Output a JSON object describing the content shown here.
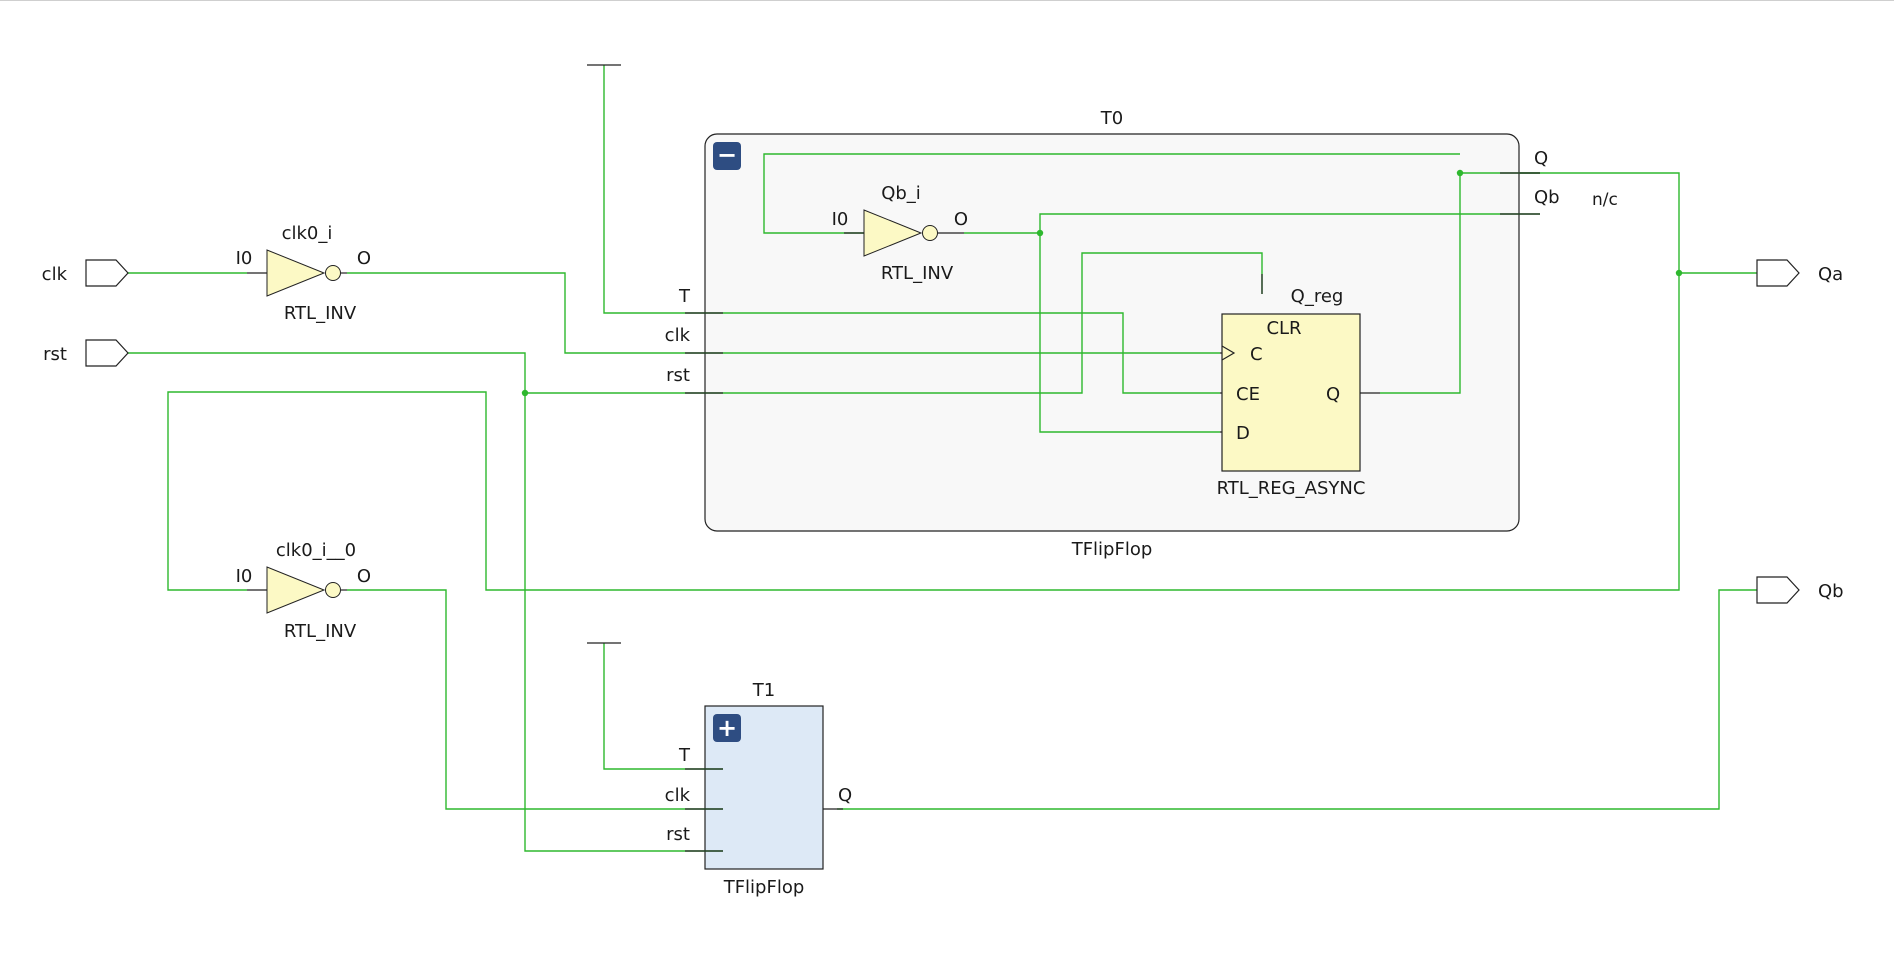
{
  "colors": {
    "wire": "#2eb82e",
    "stroke": "#222222",
    "gate_fill": "#fcf9c5",
    "expanded_fill": "#f8f8f8",
    "collapsed_fill": "#dde9f6",
    "toggle_fill": "#2e4d82"
  },
  "ports": {
    "clk": "clk",
    "rst": "rst",
    "qa": "Qa",
    "qb": "Qb"
  },
  "inv0": {
    "name": "clk0_i",
    "type": "RTL_INV",
    "in": "I0",
    "out": "O"
  },
  "inv1": {
    "name": "clk0_i__0",
    "type": "RTL_INV",
    "in": "I0",
    "out": "O"
  },
  "inv_qb": {
    "name": "Qb_i",
    "type": "RTL_INV",
    "in": "I0",
    "out": "O"
  },
  "t0": {
    "name": "T0",
    "type": "TFlipFlop",
    "toggle": "−",
    "pins_in": [
      "T",
      "clk",
      "rst"
    ],
    "pins_out": [
      "Q",
      "Qb"
    ],
    "nc": "n/c"
  },
  "qreg": {
    "name": "Q_reg",
    "type": "RTL_REG_ASYNC",
    "pins": {
      "clr": "CLR",
      "c": "C",
      "ce": "CE",
      "d": "D",
      "q": "Q"
    }
  },
  "t1": {
    "name": "T1",
    "type": "TFlipFlop",
    "toggle": "+",
    "pins_in": [
      "T",
      "clk",
      "rst"
    ],
    "pin_out": "Q"
  }
}
